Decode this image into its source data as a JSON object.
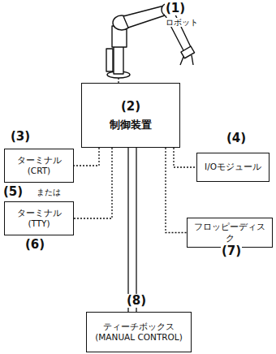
{
  "diagram": {
    "nodes": [
      {
        "text": [
          "(2)",
          "制御装置"
        ]
      },
      {
        "text": [
          "ターミナル (CRT)"
        ]
      },
      {
        "text": [
          "I/Oモジュール"
        ]
      },
      {
        "text": [
          "ターミナル (TTY)"
        ]
      },
      {
        "text": [
          "フロッピーディスク"
        ]
      },
      {
        "text": [
          "ティーチボックス",
          "(MANUAL CONTROL)"
        ]
      }
    ],
    "edges": [
      {
        "from": 0,
        "to": 1,
        "arrow": "none"
      },
      {
        "from": 0,
        "to": 2,
        "arrow": "none"
      },
      {
        "from": 0,
        "to": 3,
        "arrow": "none"
      },
      {
        "from": 0,
        "to": 4,
        "arrow": "none"
      },
      {
        "from": 0,
        "to": 5,
        "arrow": "none"
      }
    ],
    "labels": [
      "(1)",
      "ロボット",
      "(3)",
      "(4)",
      "(5)",
      "または",
      "(6)",
      "(7)",
      "(8)"
    ]
  }
}
